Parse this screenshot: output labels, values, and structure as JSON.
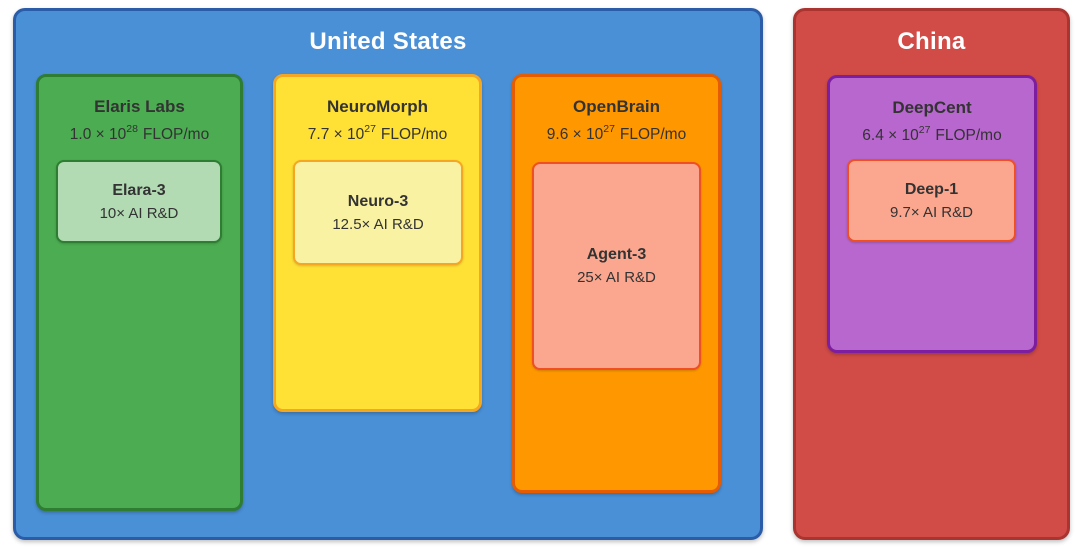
{
  "diagram": {
    "title_note": "AI labs compute comparison",
    "countries": [
      {
        "name": "United States",
        "colors": {
          "fill": "#4A90D7",
          "border": "#2B5CA8",
          "title_text": "#FFFFFF"
        },
        "labs": [
          {
            "name": "Elaris Labs",
            "flop_base": "1.0 × 10",
            "flop_exp": "28",
            "flop_unit": "FLOP/mo",
            "colors": {
              "fill": "#4CAC52",
              "border": "#2E7D32",
              "model_fill": "#B2DBB3",
              "model_border": "#2E7D32"
            },
            "model": {
              "name": "Elara-3",
              "rnd": "10× AI R&D"
            }
          },
          {
            "name": "NeuroMorph",
            "flop_base": "7.7 × 10",
            "flop_exp": "27",
            "flop_unit": "FLOP/mo",
            "colors": {
              "fill": "#FFE035",
              "border": "#F5A623",
              "model_fill": "#FAF2A3",
              "model_border": "#F5A623"
            },
            "model": {
              "name": "Neuro-3",
              "rnd": "12.5× AI R&D"
            }
          },
          {
            "name": "OpenBrain",
            "flop_base": "9.6 × 10",
            "flop_exp": "27",
            "flop_unit": "FLOP/mo",
            "colors": {
              "fill": "#FF9800",
              "border": "#E65C00",
              "model_fill": "#FBA78F",
              "model_border": "#F04E23"
            },
            "model": {
              "name": "Agent-3",
              "rnd": "25× AI R&D"
            }
          }
        ]
      },
      {
        "name": "China",
        "colors": {
          "fill": "#D14B47",
          "border": "#A93430",
          "title_text": "#FFFFFF"
        },
        "labs": [
          {
            "name": "DeepCent",
            "flop_base": "6.4 × 10",
            "flop_exp": "27",
            "flop_unit": "FLOP/mo",
            "colors": {
              "fill": "#B767CD",
              "border": "#7D1EA0",
              "model_fill": "#FBA78F",
              "model_border": "#F04E23"
            },
            "model": {
              "name": "Deep-1",
              "rnd": "9.7× AI R&D"
            }
          }
        ]
      }
    ],
    "text_color": "#333333",
    "background": "#FFFFFF"
  }
}
